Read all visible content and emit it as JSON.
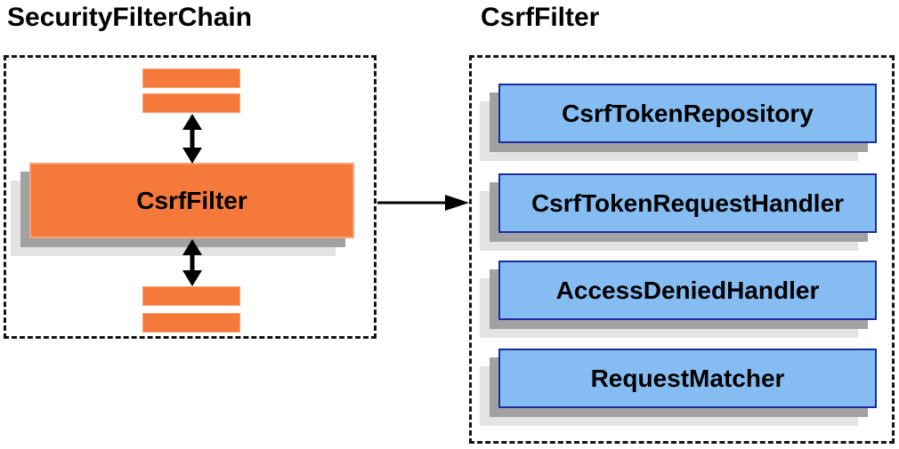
{
  "left_panel": {
    "title": "SecurityFilterChain",
    "filter_label": "CsrfFilter"
  },
  "right_panel": {
    "title": "CsrfFilter",
    "components": [
      {
        "label": "CsrfTokenRepository"
      },
      {
        "label": "CsrfTokenRequestHandler"
      },
      {
        "label": "AccessDeniedHandler"
      },
      {
        "label": "RequestMatcher"
      }
    ]
  },
  "colors": {
    "orange_fill": "#F5793B",
    "orange_stroke": "#F9A170",
    "blue_fill": "#85BCF2",
    "blue_stroke": "#1B2D9E",
    "shadow_dark": "#A1A1A1",
    "shadow_light": "#E3E3E3",
    "arrow_color": "#000000",
    "dashed_border": "#141414",
    "title_color": "#000000"
  }
}
